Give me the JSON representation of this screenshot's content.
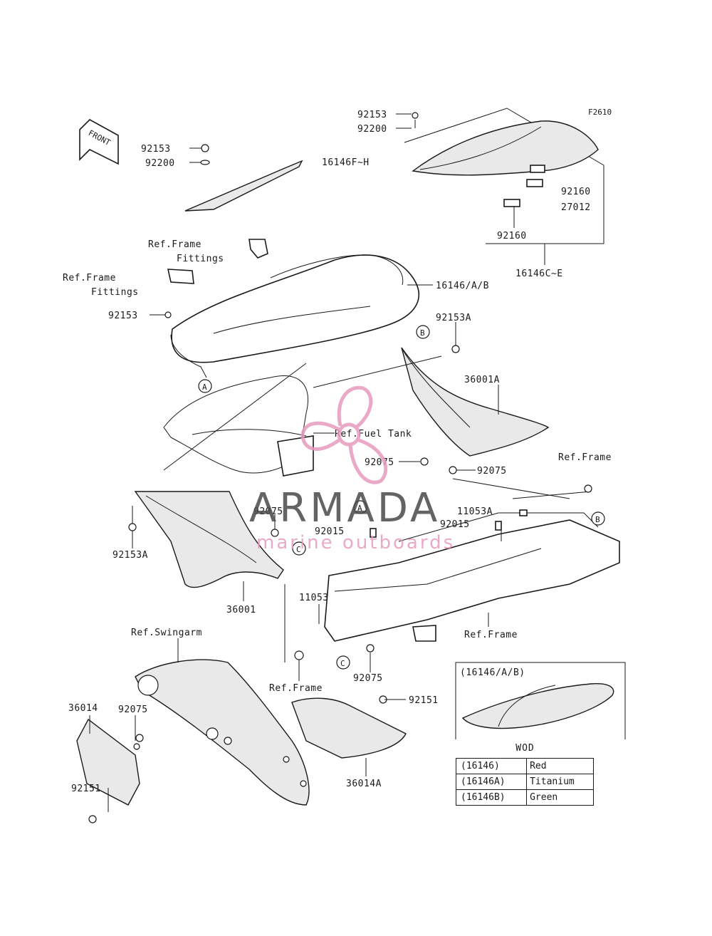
{
  "figure_code": "F2610",
  "front_label": "FRONT",
  "labels": {
    "p92153_a": "92153",
    "p92200_a": "92200",
    "p92153_b": "92153",
    "p92200_b": "92200",
    "p16146FH": "16146F~H",
    "p92160_a": "92160",
    "p27012": "27012",
    "p92160_b": "92160",
    "p16146CE": "16146C~E",
    "ref_frame_fittings_1": "Ref.Frame",
    "ref_frame_fittings_1b": "Fittings",
    "ref_frame_fittings_2": "Ref.Frame",
    "ref_frame_fittings_2b": "Fittings",
    "p16146AB": "16146/A/B",
    "p92153_c": "92153",
    "p92153A_a": "92153A",
    "p36001A": "36001A",
    "ref_fuel_tank": "Ref.Fuel Tank",
    "p92075_a": "92075",
    "p92075_b": "92075",
    "ref_frame_1": "Ref.Frame",
    "p11053A": "11053A",
    "p92015_a": "92015",
    "p92015_b": "92015",
    "p92075_c": "92075",
    "p92153A_b": "92153A",
    "p36001": "36001",
    "p11053": "11053",
    "ref_frame_2": "Ref.Frame",
    "ref_swingarm": "Ref.Swingarm",
    "p92075_d": "92075",
    "ref_frame_3": "Ref.Frame",
    "p92151_a": "92151",
    "p36014": "36014",
    "p92075_e": "92075",
    "p92151_b": "92151",
    "p36014A": "36014A"
  },
  "markers": {
    "a1": "A",
    "a2": "A",
    "b1": "B",
    "b2": "B",
    "c1": "C",
    "c2": "C"
  },
  "inset": {
    "title": "(16146/A/B)"
  },
  "color_table": {
    "header": "WOD",
    "rows": [
      {
        "part": "(16146)",
        "color": "Red"
      },
      {
        "part": "(16146A)",
        "color": "Titanium"
      },
      {
        "part": "(16146B)",
        "color": "Green"
      }
    ]
  },
  "watermark": {
    "brand": "ARMADA",
    "tagline": "marine outboards",
    "color": "#e89bbf"
  }
}
